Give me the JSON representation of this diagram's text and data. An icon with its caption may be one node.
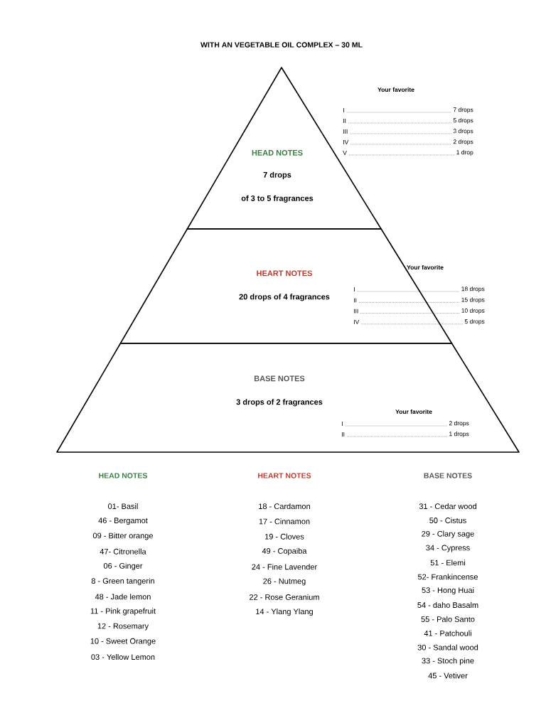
{
  "diagram": {
    "title": "WITH AN VEGETABLE OIL COMPLEX – 30 ML",
    "nodes": [
      {
        "text": [
          "HEAD NOTES",
          "7 drops",
          "of 3 to 5 fragrances"
        ]
      },
      {
        "text": [
          "HEART NOTES",
          "20 drops of 4 fragrances"
        ]
      },
      {
        "text": [
          "BASE NOTES",
          "3 drops of 2 fragrances"
        ]
      }
    ],
    "edges": [],
    "labels": [
      "Your favorite",
      "I",
      "7 drops",
      "II",
      "5 drops",
      "III",
      "3 drops",
      "IV",
      "2 drops",
      "V",
      "1 drop",
      "Your favorite",
      "I",
      "18 drops",
      "II",
      "15 drops",
      "III",
      "10 drops",
      "IV",
      "5 drops",
      "Your favorite",
      "I",
      "2 drops",
      "II",
      "1 drops",
      "HEAD NOTES",
      "01- Basil",
      "46 - Bergamot",
      "09 - Bitter orange",
      "47- Citronella",
      "06 - Ginger",
      "8 - Green tangerin",
      "48 - Jade lemon",
      "11 - Pink grapefruit",
      "12 - Rosemary",
      "10 - Sweet Orange",
      "03 - Yellow Lemon",
      "HEART NOTES",
      "18 - Cardamon",
      "17 - Cinnamon",
      "19 - Cloves",
      "49 - Copaiba",
      "24 - Fine Lavender",
      "26 - Nutmeg",
      "22 - Rose Geranium",
      "14 - Ylang Ylang",
      "BASE NOTES",
      "31 - Cedar wood",
      "50 - Cistus",
      "29 - Clary sage",
      "34 - Cypress",
      "51 - Elemi",
      "52- Frankincense",
      "53 - Hong Huai",
      "54 - daho Basalm",
      "55 - Palo Santo",
      "41 - Patchouli",
      "30 - Sandal wood",
      "33 - Stoch pine",
      "45 - Vetiver"
    ]
  }
}
